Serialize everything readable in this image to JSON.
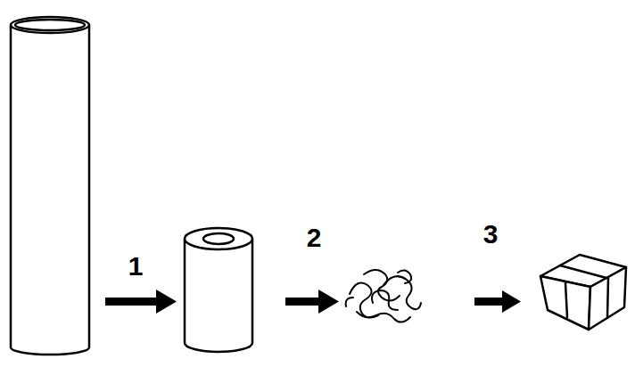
{
  "diagram": {
    "labels": [
      "1",
      "2",
      "3"
    ]
  }
}
